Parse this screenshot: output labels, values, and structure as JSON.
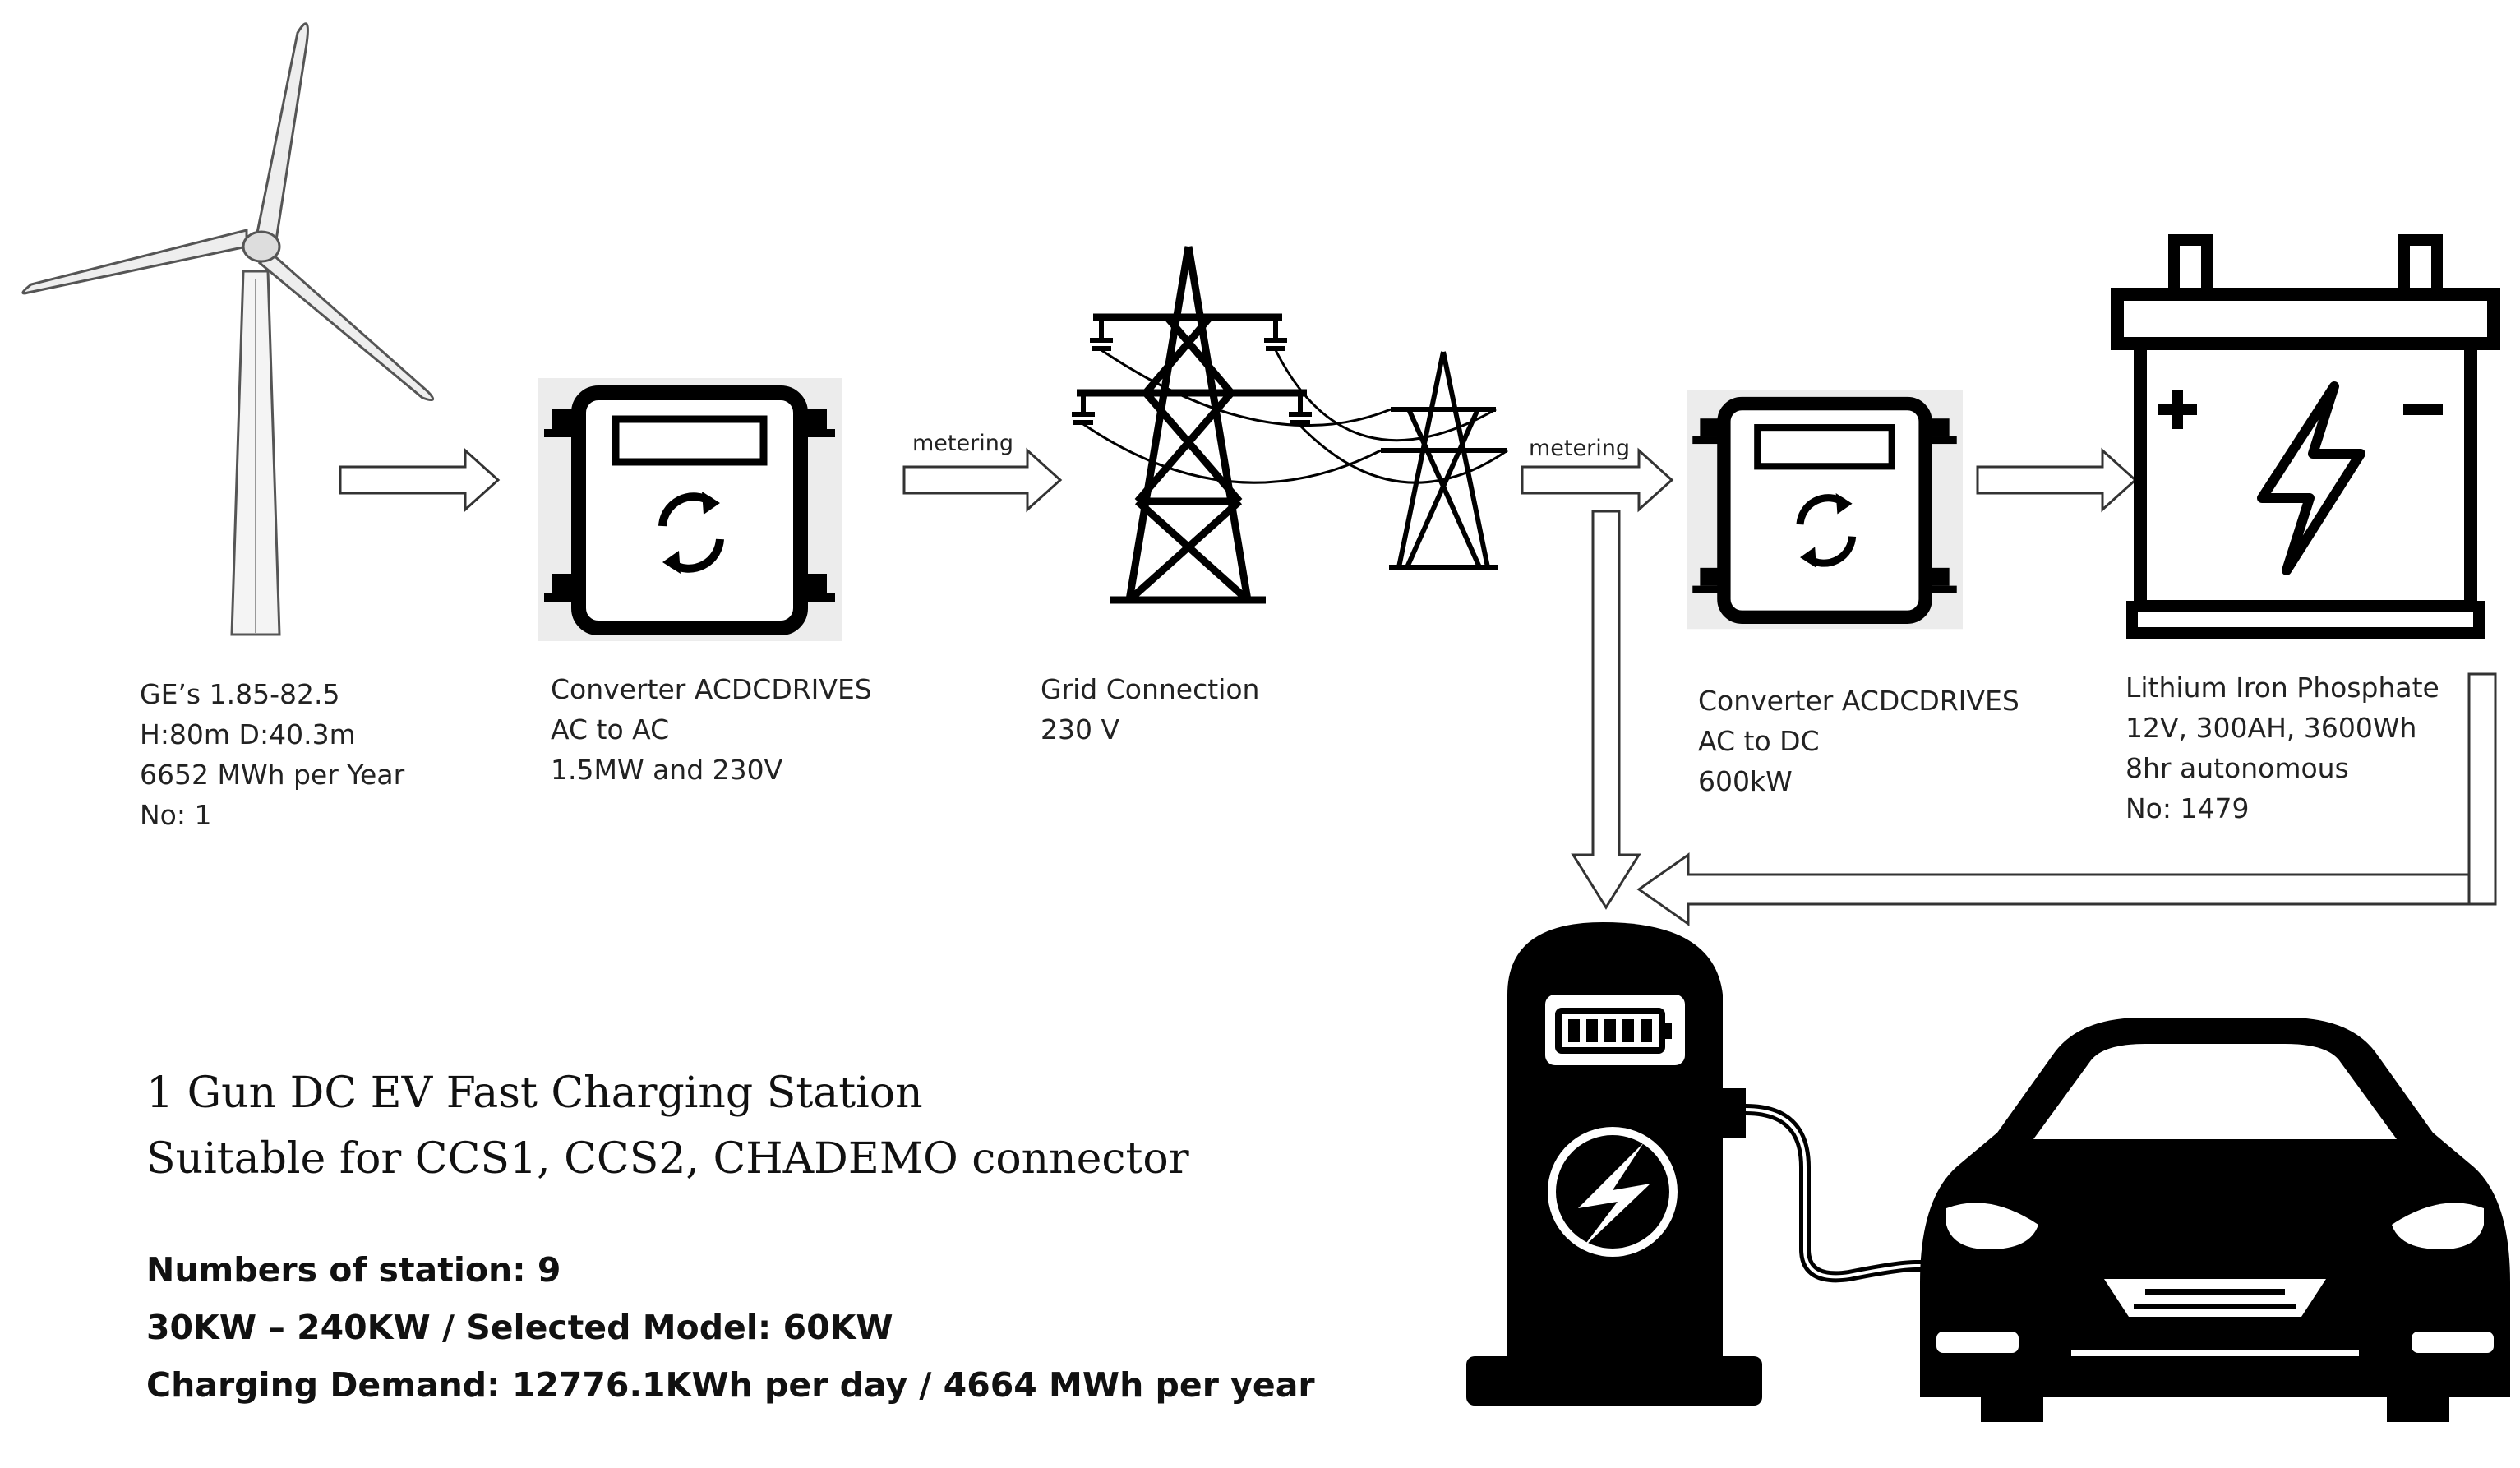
{
  "turbine": {
    "model": "GE’s 1.85-82.5",
    "dims": "H:80m  D:40.3m",
    "energy": "6652 MWh per Year",
    "count": "No: 1"
  },
  "converter_ac": {
    "name": "Converter ACDCDRIVES",
    "mode": "AC to AC",
    "rating": "1.5MW and 230V"
  },
  "flow_label_1": "metering",
  "grid": {
    "name": "Grid Connection",
    "voltage": "230 V"
  },
  "flow_label_2": "metering",
  "converter_dc": {
    "name": "Converter ACDCDRIVES",
    "mode": "AC to DC",
    "rating": "600kW"
  },
  "battery": {
    "type": "Lithium Iron Phosphate",
    "spec": "12V, 300AH, 3600Wh",
    "autonomy": "8hr autonomous",
    "count": "No: 1479"
  },
  "station": {
    "title": "1 Gun DC EV Fast Charging Station",
    "subtitle": "Suitable for CCS1, CCS2, CHADEMO connector",
    "count": "Numbers of station: 9",
    "model": "30KW – 240KW / Selected Model: 60KW",
    "demand": "Charging Demand: 12776.1KWh per day / 4664 MWh per year"
  },
  "icons": [
    "wind-turbine-icon",
    "converter-icon",
    "transmission-tower-icon",
    "battery-icon",
    "charging-station-icon",
    "car-icon",
    "arrow-icon"
  ],
  "colors": {
    "ink": "#000000",
    "panel": "#ececec",
    "line": "#333333"
  }
}
